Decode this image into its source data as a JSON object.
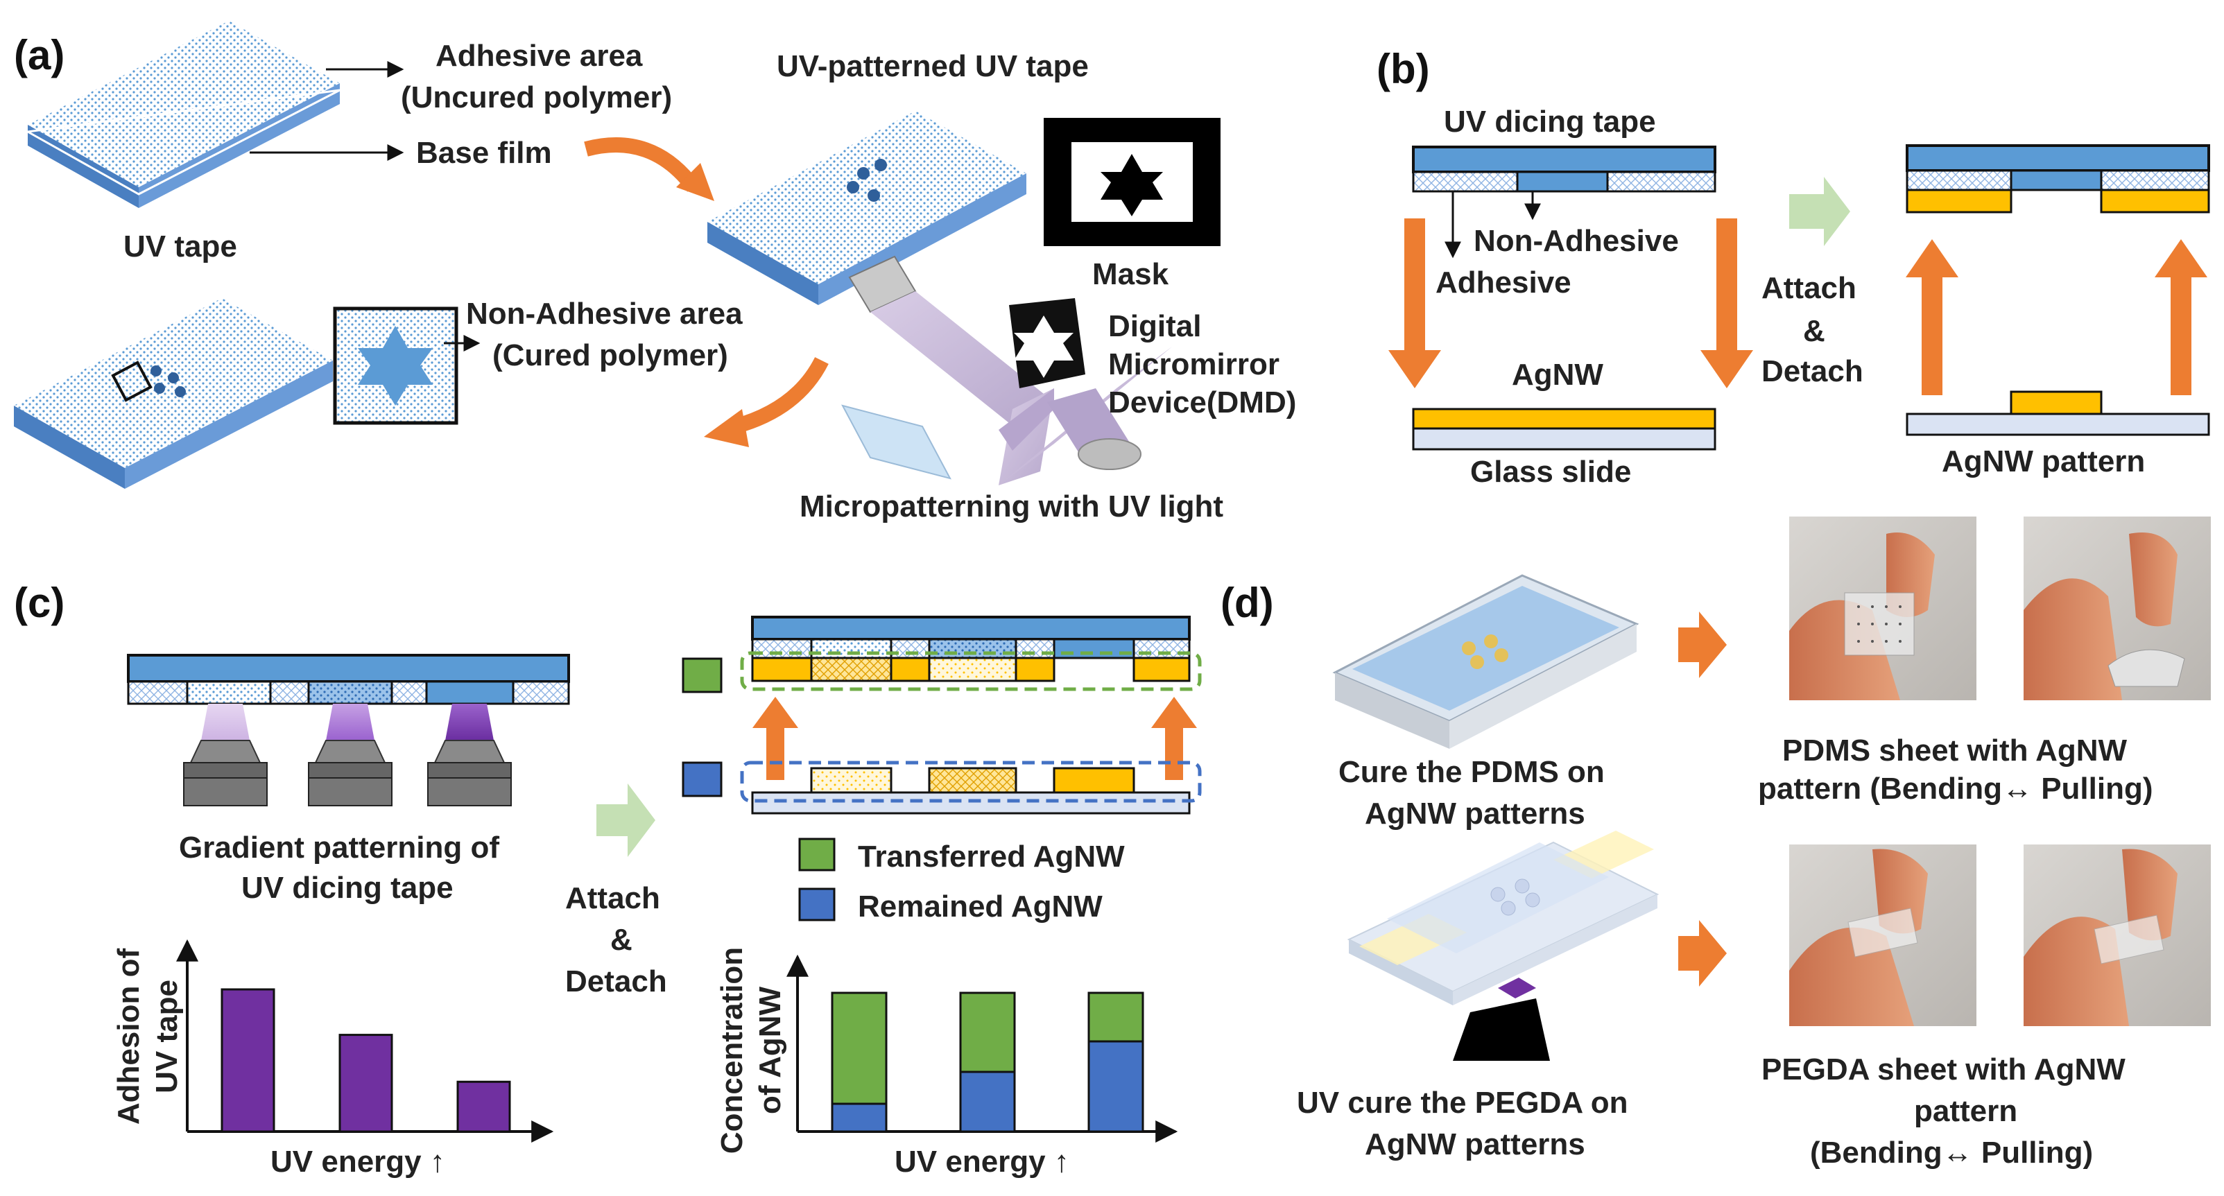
{
  "panels": {
    "a": {
      "label": "(a)",
      "adhesive_area": "Adhesive area",
      "uncured_polymer": "(Uncured polymer)",
      "base_film": "Base film",
      "uv_tape": "UV tape",
      "uv_patterned_tape": "UV-patterned UV tape",
      "mask": "Mask",
      "non_adhesive_area": "Non-Adhesive area",
      "cured_polymer": "(Cured polymer)",
      "dmd_line1": "Digital",
      "dmd_line2": "Micromirror",
      "dmd_line3": "Device(DMD)",
      "micropatterning": "Micropatterning with UV light"
    },
    "b": {
      "label": "(b)",
      "uv_dicing_tape": "UV dicing tape",
      "non_adhesive": "Non-Adhesive",
      "adhesive": "Adhesive",
      "agnw": "AgNW",
      "glass_slide": "Glass slide",
      "attach": "Attach",
      "amp": "&",
      "detach": "Detach",
      "agnw_pattern": "AgNW pattern"
    },
    "c": {
      "label": "(c)",
      "gradient_line1": "Gradient patterning of",
      "gradient_line2": "UV dicing tape",
      "attach": "Attach",
      "amp": "&",
      "detach": "Detach",
      "legend_transferred": "Transferred AgNW",
      "legend_remained": "Remained AgNW",
      "chart1_ylabel_line1": "Adhesion of",
      "chart1_ylabel_line2": "UV tape",
      "chart1_xlabel": "UV energy ↑",
      "chart2_ylabel_line1": "Concentration",
      "chart2_ylabel_line2": "of AgNW",
      "chart2_xlabel": "UV energy ↑"
    },
    "d": {
      "label": "(d)",
      "pdms_cure_line1": "Cure the PDMS on",
      "pdms_cure_line2": "AgNW patterns",
      "pdms_sheet_line1": "PDMS sheet with AgNW",
      "pdms_sheet_line2": "pattern (Bending↔ Pulling)",
      "pegda_cure_line1": "UV cure the PEGDA on",
      "pegda_cure_line2": "AgNW patterns",
      "pegda_sheet_line1": "PEGDA sheet with AgNW",
      "pegda_sheet_line2": "pattern",
      "pegda_sheet_line3": "(Bending↔ Pulling)"
    }
  },
  "colors": {
    "tape_blue": "#5b9bd5",
    "agnw_yellow": "#ffc000",
    "arrow_orange": "#ed7d31",
    "attach_green_arrow": "#c5e0b4",
    "transferred_green": "#70ad47",
    "remained_blue": "#4472c4",
    "bar_purple": "#7030a0",
    "glass": "#dae3f3"
  },
  "chart_data": [
    {
      "type": "bar",
      "categories": [
        "",
        "",
        ""
      ],
      "values": [
        1.0,
        0.68,
        0.35
      ],
      "title": "",
      "xlabel": "UV energy ↑",
      "ylabel": "Adhesion of UV tape"
    },
    {
      "type": "bar",
      "stacked": true,
      "categories": [
        "",
        "",
        ""
      ],
      "series": [
        {
          "name": "Remained AgNW",
          "values": [
            0.2,
            0.43,
            0.65
          ]
        },
        {
          "name": "Transferred AgNW",
          "values": [
            0.8,
            0.57,
            0.35
          ]
        }
      ],
      "title": "",
      "xlabel": "UV energy ↑",
      "ylabel": "Concentration of AgNW"
    }
  ]
}
